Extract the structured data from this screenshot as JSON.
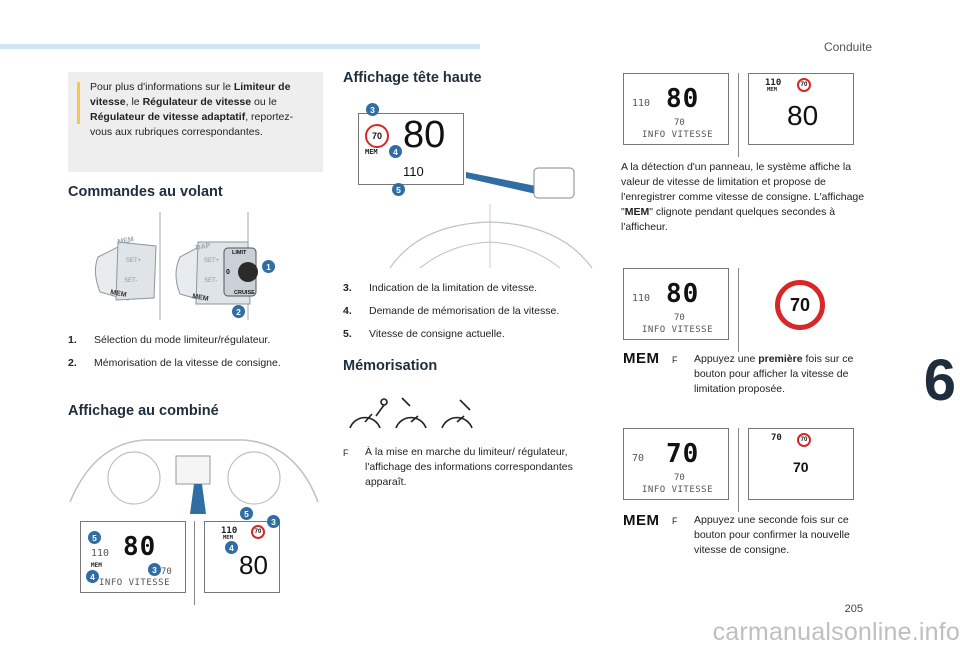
{
  "header": {
    "section": "Conduite",
    "chapter": "6",
    "page": "205"
  },
  "watermark": "carmanualsonline.info",
  "note": {
    "t1": "Pour plus d'informations sur le ",
    "b1": "Limiteur de vitesse",
    "t2": ", le ",
    "b2": "Régulateur de vitesse",
    "t3": " ou le ",
    "b3": "Régulateur de vitesse adaptatif",
    "t4": ", reportez-vous aux rubriques correspondantes."
  },
  "left": {
    "commandes_title": "Commandes au volant",
    "stalk_labels": {
      "mem": "MEM",
      "set_plus": "SET+",
      "set_minus": "SET-",
      "limit": "LIMIT",
      "cruise": "CRUISE",
      "dap": "DAP",
      "zero": "0"
    },
    "items": [
      {
        "num": "1.",
        "text": "Sélection du mode limiteur/régulateur."
      },
      {
        "num": "2.",
        "text": "Mémorisation de la vitesse de consigne."
      }
    ],
    "combine_title": "Affichage au combiné",
    "combine_lcd": {
      "speed": "80",
      "small": "110",
      "limit": "70",
      "info": "INFO VITESSE",
      "mem": "MEM",
      "hud_small": "110",
      "hud_mem": "MEM",
      "hud_sign": "70",
      "hud_speed": "80"
    }
  },
  "middle": {
    "hud_title": "Affichage tête haute",
    "hud": {
      "sign": "70",
      "speed": "80",
      "mem": "MEM",
      "set": "110"
    },
    "items": [
      {
        "num": "3.",
        "text": "Indication de la limitation de vitesse."
      },
      {
        "num": "4.",
        "text": "Demande de mémorisation de la vitesse."
      },
      {
        "num": "5.",
        "text": "Vitesse de consigne actuelle."
      }
    ],
    "mem_title": "Mémorisation",
    "bullet": "À la mise en marche du limiteur/ régulateur, l'affichage des informations correspondantes apparaît.",
    "bullet_mark": "F"
  },
  "right": {
    "panel1": {
      "speed": "80",
      "small": "110",
      "limit": "70",
      "info": "INFO VITESSE",
      "hud_small": "110",
      "hud_mem": "MEM",
      "hud_sign": "70",
      "hud_speed": "80"
    },
    "desc_t1": "A la détection d'un panneau, le système affiche la valeur de vitesse de limitation et propose de l'enregistrer comme vitesse de consigne. L'affichage \"",
    "desc_b": "MEM",
    "desc_t2": "\" clignote pendant quelques secondes à l'afficheur.",
    "panel2": {
      "speed": "80",
      "small": "110",
      "limit": "70",
      "info": "INFO VITESSE",
      "sign": "70"
    },
    "mem1": "MEM",
    "b1_t1": "Appuyez une ",
    "b1_b": "première",
    "b1_t2": " fois sur ce bouton pour afficher la vitesse de limitation proposée.",
    "panel3": {
      "speed": "70",
      "small": "70",
      "limit": "70",
      "info": "INFO VITESSE",
      "hud_small": "70",
      "hud_sign": "70",
      "hud_speed": "70"
    },
    "mem2": "MEM",
    "b2": "Appuyez une seconde fois sur ce bouton pour confirmer la nouvelle vitesse de consigne.",
    "bullet_mark": "F"
  },
  "callouts": [
    "1",
    "2",
    "3",
    "4",
    "5"
  ]
}
